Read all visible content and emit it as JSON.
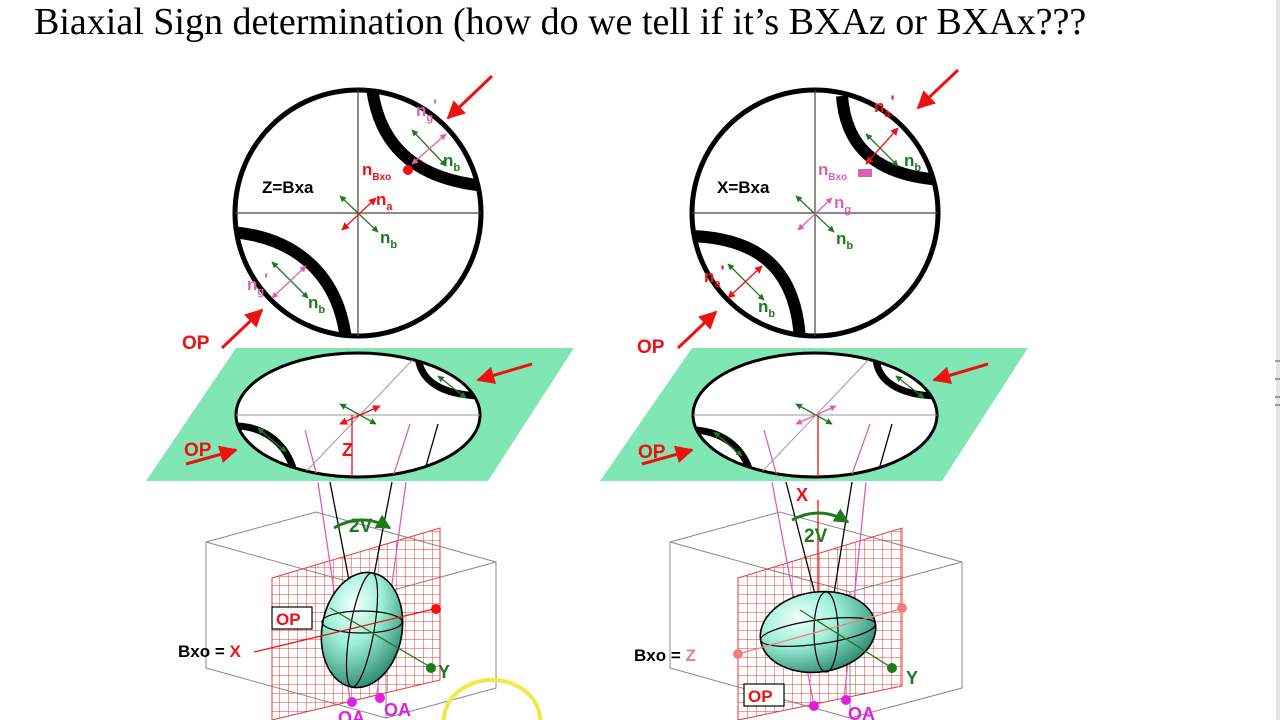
{
  "slide": {
    "title": "Biaxial Sign determination (how do we tell if it’s BXAz or BXAx???"
  },
  "colors": {
    "stage_green": "#7fe6b4",
    "arrow_red": "#ee1111",
    "trace_green": "#1e7a1e",
    "trace_pink": "#e060b0",
    "grid_red": "#e43a3a",
    "ellipsoid": "#9ef0d8",
    "highlight": "#f2e84a"
  },
  "left": {
    "stereonet": {
      "bisectrix_label": "Z=Bxa",
      "n_g_prime": "n",
      "n_g_prime_sub": "g",
      "n_g_prime_mark": "'",
      "n_b": "n",
      "n_b_sub": "b",
      "n_bxo": "n",
      "n_bxo_sub": "Bxo",
      "n_a": "n",
      "n_a_sub": "a",
      "op_label": "OP"
    },
    "stage": {
      "op_label": "OP",
      "z_label": "Z"
    },
    "block": {
      "angle_label": "2V",
      "op_box_label": "OP",
      "bxo_label": "Bxo = ",
      "bxo_axis": "X",
      "y_label": "Y",
      "oa1": "OA",
      "oa2": "OA"
    }
  },
  "right": {
    "stereonet": {
      "bisectrix_label": "X=Bxa",
      "n_a_prime": "n",
      "n_a_prime_sub": "a",
      "n_a_prime_mark": "'",
      "n_b": "n",
      "n_b_sub": "b",
      "n_bxo": "n",
      "n_bxo_sub": "Bxo",
      "n_g": "n",
      "n_g_sub": "g",
      "op_label": "OP"
    },
    "stage": {
      "op_label": "OP"
    },
    "block": {
      "x_label": "X",
      "angle_label": "2V",
      "op_box_label": "OP",
      "bxo_label": "Bxo = ",
      "bxo_axis": "Z",
      "y_label": "Y",
      "oa": "OA"
    }
  }
}
